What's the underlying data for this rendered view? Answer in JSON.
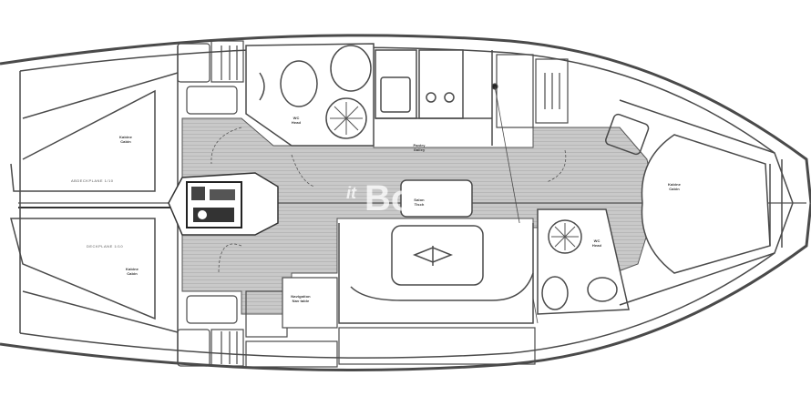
{
  "diagram": {
    "type": "yacht-layout-floorplan",
    "orientation": "stern-left-bow-right",
    "colors": {
      "line": "#4a4a4a",
      "floor": "#c9c9c9",
      "background": "#ffffff"
    }
  },
  "labels": {
    "aft_cabin_port": {
      "line1": "Kabine",
      "line2": "Cabin",
      "note": "ABDECKPLANE 1/10"
    },
    "aft_cabin_starboard": {
      "line1": "Kabine",
      "line2": "Cabin",
      "note": "DECKPLANE 1/10"
    },
    "head_aft": {
      "line1": "WC",
      "line2": "Head"
    },
    "galley": {
      "line1": "Pantry",
      "line2": "Galley"
    },
    "salon_table": {
      "line1": "Salon",
      "line2": "Tisch"
    },
    "nav_station": {
      "line1": "Navigation",
      "line2": "Nav table"
    },
    "head_forward": {
      "line1": "WC",
      "line2": "Head"
    },
    "forward_cabin": {
      "line1": "Kabine",
      "line2": "Cabin"
    }
  },
  "watermark": {
    "prefix": "it",
    "text": "Bo"
  }
}
